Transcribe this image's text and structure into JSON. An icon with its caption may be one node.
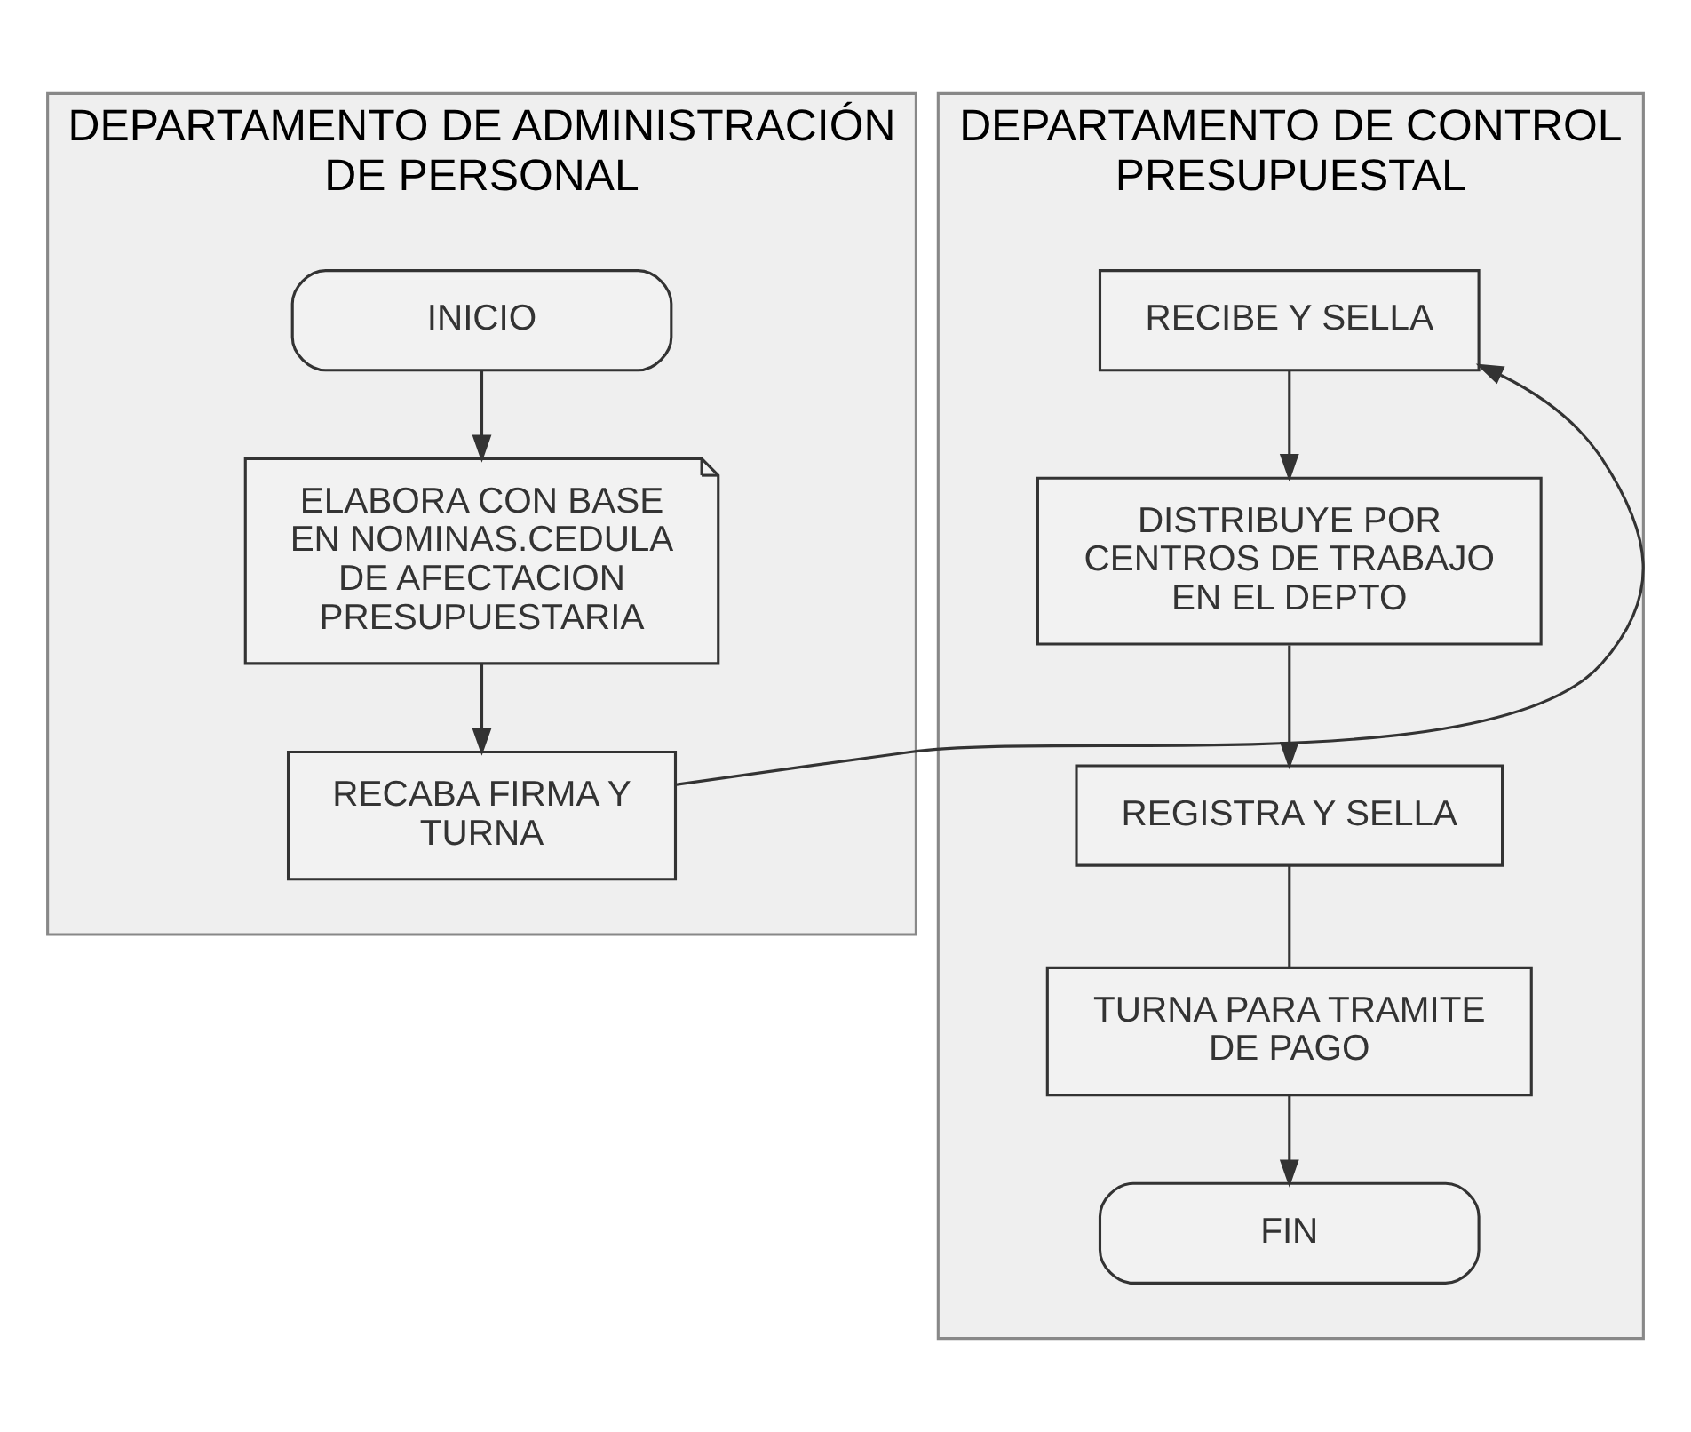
{
  "diagram": {
    "nodes": [
      {
        "text": [
          "DEPARTAMENTO DE ADMINISTRACIÓN DE PERSONAL"
        ]
      },
      {
        "text": [
          "INICIO"
        ],
        "in": 0
      },
      {
        "text": [
          "ELABORA CON BASE EN NOMINAS.CEDULA DE AFECTACION PRESUPUESTARIA"
        ],
        "in": 0
      },
      {
        "text": [
          "RECABA FIRMA Y TURNA"
        ],
        "in": 0
      },
      {
        "text": [
          "DEPARTAMENTO DE CONTROL PRESUPUESTAL"
        ]
      },
      {
        "text": [
          "RECIBE Y SELLA"
        ],
        "in": 4
      },
      {
        "text": [
          "DISTRIBUYE POR CENTROS DE TRABAJO EN EL DEPTO"
        ],
        "in": 4
      },
      {
        "text": [
          "REGISTRA Y SELLA"
        ],
        "in": 4
      },
      {
        "text": [
          "TURNA PARA TRAMITE DE PAGO"
        ],
        "in": 4
      },
      {
        "text": [
          "FIN"
        ],
        "in": 4
      }
    ],
    "edges": [
      {
        "from": 1,
        "to": 2,
        "arrow": "to"
      },
      {
        "from": 2,
        "to": 3,
        "arrow": "to"
      },
      {
        "from": 3,
        "to": 5,
        "arrow": "to"
      },
      {
        "from": 5,
        "to": 6,
        "arrow": "to"
      },
      {
        "from": 6,
        "to": 7,
        "arrow": "to"
      },
      {
        "from": 7,
        "to": 8,
        "arrow": "none"
      },
      {
        "from": 8,
        "to": 9,
        "arrow": "to"
      }
    ]
  }
}
